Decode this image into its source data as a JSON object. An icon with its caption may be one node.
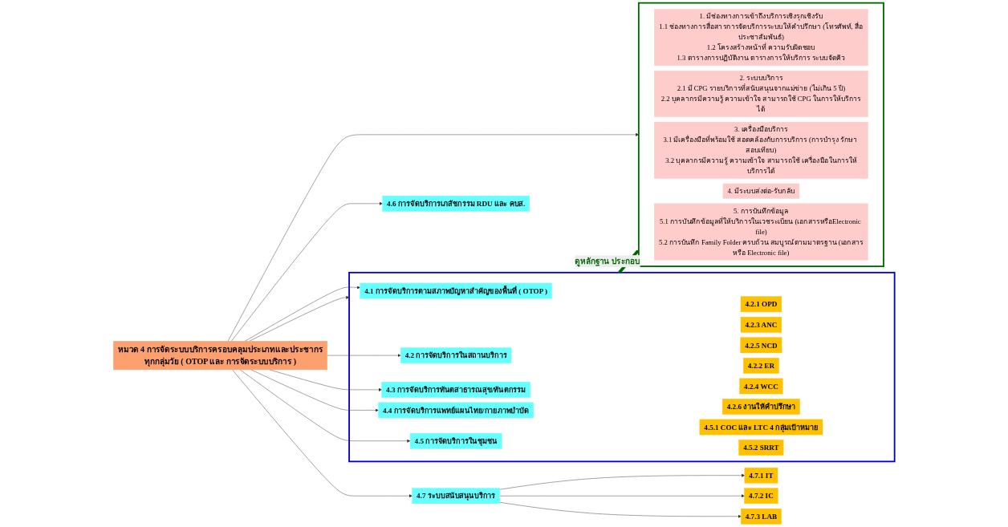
{
  "diagram": {
    "nodes": [
      {
        "text": [
          "หมวด 4 การจัดระบบบริการครอบคลุมประเภทและประชากรทุกกลุ่มวัย ( OTOP และ การจัดระบบบริการ )"
        ]
      },
      {
        "text": [],
        "shape": "box"
      },
      {
        "text": [
          "4.1 การจัดบริการตามสภาพปัญหาสำคัญของพื้นที่ ( OTOP )"
        ],
        "in": 1
      },
      {
        "text": [
          "4.2 การจัดบริการในสถานบริการ"
        ],
        "in": 1
      },
      {
        "text": [
          "4.2.1 OPD"
        ],
        "in": 1
      },
      {
        "text": [
          "4.2.3 ANC"
        ],
        "in": 1
      },
      {
        "text": [
          "4.2.5 NCD"
        ],
        "in": 1
      },
      {
        "text": [
          "4.2.2 ER"
        ],
        "in": 1
      },
      {
        "text": [
          "4.2.4 WCC"
        ],
        "in": 1
      },
      {
        "text": [
          "4.2.6 งานให้คำปรึกษา"
        ],
        "in": 1
      },
      {
        "text": [
          "4.3 การจัดบริการทันตสาธารณสุข/ทันตกรรม"
        ],
        "in": 1
      },
      {
        "text": [
          "4.4 การจัดบริการแพทย์แผนไทย/กายภาพบำบัด"
        ],
        "in": 1
      },
      {
        "text": [
          "4.5 การจัดบริการในชุมชน"
        ],
        "in": 1
      },
      {
        "text": [
          "4.5.1 COC และ LTC 4 กลุ่มเป้าหมาย"
        ],
        "in": 1
      },
      {
        "text": [
          "4.5.2 SRRT"
        ],
        "in": 1
      },
      {
        "text": [
          "4.6 การจัดบริการเภสัชกรรม RDU และ คบส."
        ]
      },
      {
        "text": [
          "4.7 ระบบสนับสนุนบริการ"
        ]
      },
      {
        "text": [
          "4.7.1 IT"
        ]
      },
      {
        "text": [
          "4.7.2 IC"
        ]
      },
      {
        "text": [
          "4.7.3 LAB"
        ]
      },
      {
        "text": [],
        "shape": "box"
      },
      {
        "text": [
          "1. มีช่องทางการเข้าถึงบริการเชิงรุกเชิงรับ",
          "1.1 ช่องทางการสื่อสารการจัดบริการระบบให้คำปรึกษา (โทรศัพท์, สื่อประชาสัมพันธ์)",
          "1.2 โครงสร้างหน้าที่ ความรับผิดชอบ",
          "1.3 ตารางการปฏิบัติงาน ตารางการให้บริการ ระบบจัดคิว"
        ],
        "in": 20
      },
      {
        "text": [
          "2. ระบบบริการ",
          "2.1 มี CPG รายบริการที่สนับสนุนจากแม่ข่าย (ไม่เกิน 5 ปี)",
          "2.2 บุคลากรมีความรู้ ความเข้าใจ สามารถใช้ CPG ในการให้บริการได้"
        ],
        "in": 20
      },
      {
        "text": [
          "3. เครื่องมือบริการ",
          "3.1 มีเครื่องมือที่พร้อมใช้ สอดคล้องกับการบริการ (การบำรุง รักษา สอบเทียบ)",
          "3.2 บุคลากรมีความรู้ ความเข้าใจ สามารถใช้ เครื่องมือในการให้บริการได้"
        ],
        "in": 20
      },
      {
        "text": [
          "4. มีระบบส่งต่อ-รับกลับ"
        ],
        "in": 20
      },
      {
        "text": [
          "5. การบันทึกข้อมูล",
          "5.1 การบันทึกข้อมูลที่ให้บริการในเวชระเบียน (เอกสารหรือElectronic file)",
          "5.2 การบันทึก Family Folder ครบถ้วน สมบูรณ์ตามมาตรฐาน (เอกสารหรือ Electronic file)"
        ],
        "in": 20
      }
    ],
    "edges": [
      {
        "from": 0,
        "to": 1,
        "arrow": "to"
      },
      {
        "from": 0,
        "to": 20,
        "arrow": "to"
      },
      {
        "from": 0,
        "to": 2,
        "arrow": "to"
      },
      {
        "from": 0,
        "to": 3,
        "arrow": "to"
      },
      {
        "from": 0,
        "to": 10,
        "arrow": "to"
      },
      {
        "from": 0,
        "to": 11,
        "arrow": "to"
      },
      {
        "from": 0,
        "to": 12,
        "arrow": "to"
      },
      {
        "from": 0,
        "to": 15,
        "arrow": "to"
      },
      {
        "from": 0,
        "to": 16,
        "arrow": "to"
      },
      {
        "from": 16,
        "to": 17,
        "arrow": "to"
      },
      {
        "from": 16,
        "to": 18,
        "arrow": "to"
      },
      {
        "from": 16,
        "to": 19,
        "arrow": "to"
      },
      {
        "from": 1,
        "to": 20,
        "arrow": "to",
        "label": "ดูหลักฐาน ประกอบ",
        "style": "thick",
        "color": "#006600"
      }
    ]
  }
}
